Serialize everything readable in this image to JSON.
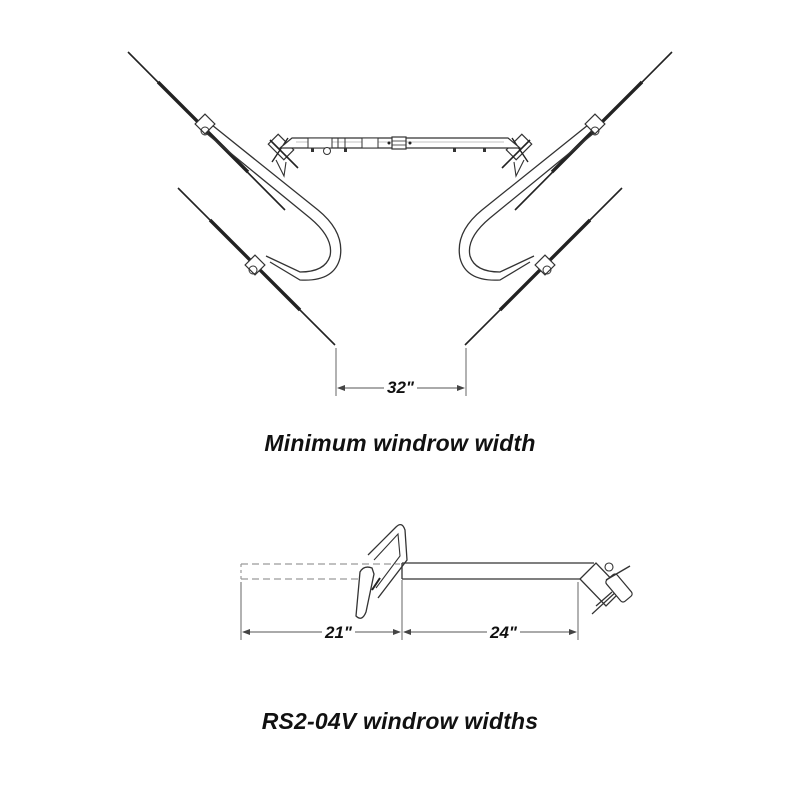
{
  "figure_top": {
    "caption": "Minimum windrow width",
    "dimension": "32\""
  },
  "figure_bottom": {
    "caption": "RS2-04V windrow widths",
    "dimension_left": "21\"",
    "dimension_right": "24\""
  },
  "colors": {
    "line": "#2a2a2a",
    "dim_line": "#555555",
    "dashed": "#9a9a9a",
    "background": "#ffffff"
  }
}
